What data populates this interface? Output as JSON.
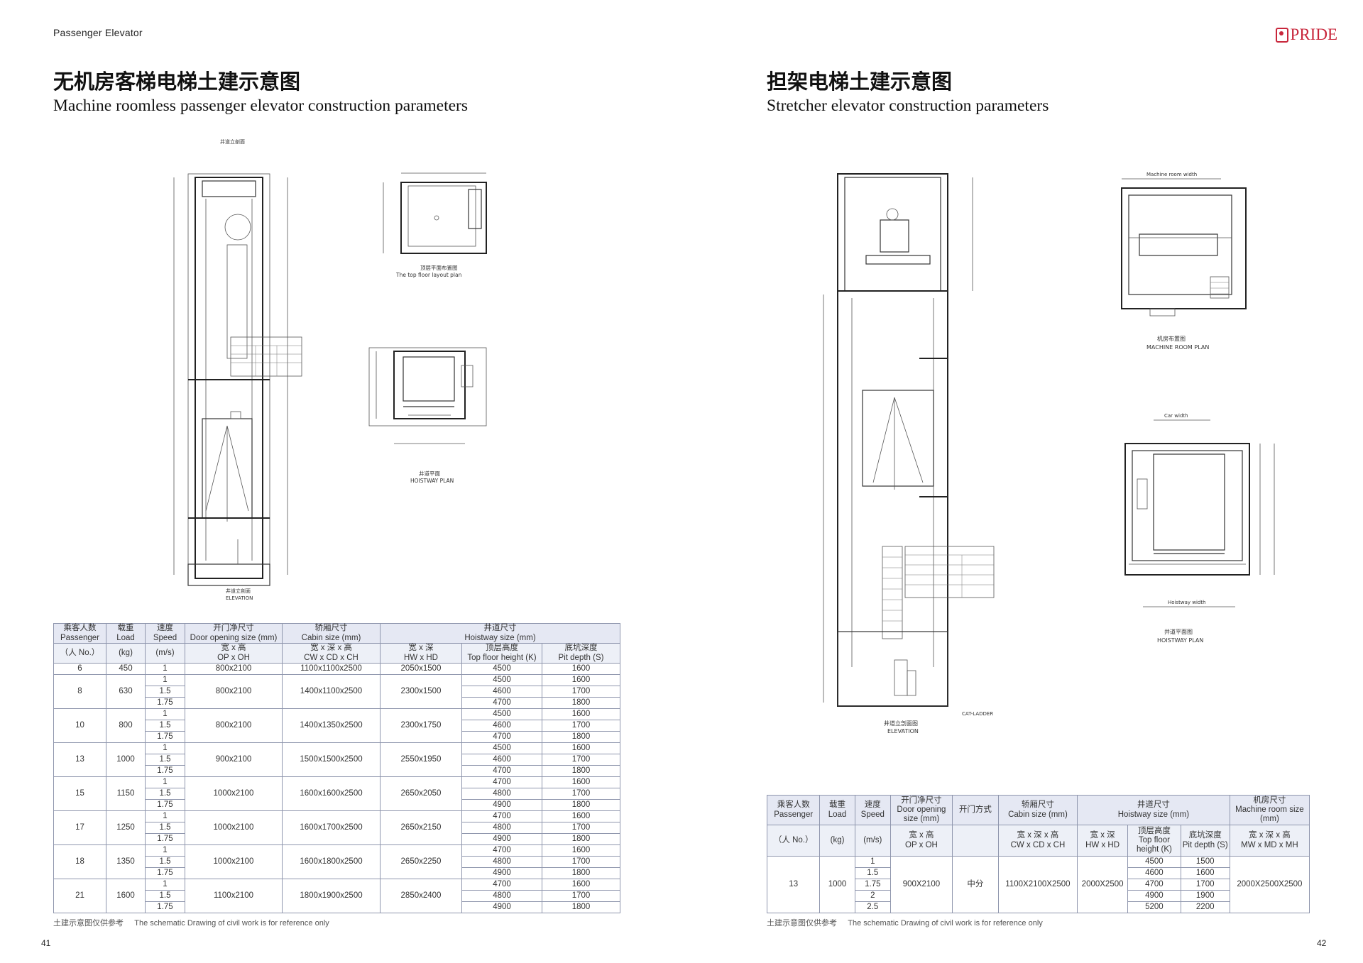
{
  "header": {
    "section_label": "Passenger Elevator",
    "brand": "PRIDE"
  },
  "left": {
    "title_cn": "无机房客梯电梯土建示意图",
    "title_en": "Machine roomless passenger elevator construction parameters",
    "diagrams": {
      "elevation_label_cn": "井道立剖面",
      "elevation_label_en": "ELEVATION",
      "top_floor_label_cn": "顶层平面布置图",
      "top_floor_label_en": "The top floor layout plan",
      "hoistway_label_cn": "井道平面",
      "hoistway_label_en": "HOISTWAY PLAN"
    },
    "table": {
      "headers": {
        "passenger_cn": "乘客人数",
        "passenger_en": "Passenger",
        "load_cn": "载重",
        "load_en": "Load",
        "speed_cn": "速度",
        "speed_en": "Speed",
        "door_cn": "开门净尺寸",
        "door_en": "Door opening size (mm)",
        "cabin_cn": "轿厢尺寸",
        "cabin_en": "Cabin size (mm)",
        "hoistway_cn": "井道尺寸",
        "hoistway_en": "Hoistway size (mm)",
        "people_unit": "（人 No.）",
        "load_unit": "(kg)",
        "speed_unit": "(m/s)",
        "door_sub_cn": "宽 x 高",
        "door_sub_en": "OP x OH",
        "cabin_sub_cn": "宽 x 深 x 高",
        "cabin_sub_en": "CW x CD x CH",
        "hw_sub_cn": "宽 x 深",
        "hw_sub_en": "HW x HD",
        "top_cn": "顶层高度",
        "top_en": "Top floor height (K)",
        "pit_cn": "底坑深度",
        "pit_en": "Pit depth (S)"
      },
      "groups": [
        {
          "passenger": "6",
          "load": "450",
          "door": "800x2100",
          "cabin": "1100x1100x2500",
          "hoistway": "2050x1500",
          "rows": [
            {
              "speed": "1",
              "top": "4500",
              "pit": "1600"
            }
          ]
        },
        {
          "passenger": "8",
          "load": "630",
          "door": "800x2100",
          "cabin": "1400x1100x2500",
          "hoistway": "2300x1500",
          "rows": [
            {
              "speed": "1",
              "top": "4500",
              "pit": "1600"
            },
            {
              "speed": "1.5",
              "top": "4600",
              "pit": "1700"
            },
            {
              "speed": "1.75",
              "top": "4700",
              "pit": "1800"
            }
          ]
        },
        {
          "passenger": "10",
          "load": "800",
          "door": "800x2100",
          "cabin": "1400x1350x2500",
          "hoistway": "2300x1750",
          "rows": [
            {
              "speed": "1",
              "top": "4500",
              "pit": "1600"
            },
            {
              "speed": "1.5",
              "top": "4600",
              "pit": "1700"
            },
            {
              "speed": "1.75",
              "top": "4700",
              "pit": "1800"
            }
          ]
        },
        {
          "passenger": "13",
          "load": "1000",
          "door": "900x2100",
          "cabin": "1500x1500x2500",
          "hoistway": "2550x1950",
          "rows": [
            {
              "speed": "1",
              "top": "4500",
              "pit": "1600"
            },
            {
              "speed": "1.5",
              "top": "4600",
              "pit": "1700"
            },
            {
              "speed": "1.75",
              "top": "4700",
              "pit": "1800"
            }
          ]
        },
        {
          "passenger": "15",
          "load": "1150",
          "door": "1000x2100",
          "cabin": "1600x1600x2500",
          "hoistway": "2650x2050",
          "rows": [
            {
              "speed": "1",
              "top": "4700",
              "pit": "1600"
            },
            {
              "speed": "1.5",
              "top": "4800",
              "pit": "1700"
            },
            {
              "speed": "1.75",
              "top": "4900",
              "pit": "1800"
            }
          ]
        },
        {
          "passenger": "17",
          "load": "1250",
          "door": "1000x2100",
          "cabin": "1600x1700x2500",
          "hoistway": "2650x2150",
          "rows": [
            {
              "speed": "1",
              "top": "4700",
              "pit": "1600"
            },
            {
              "speed": "1.5",
              "top": "4800",
              "pit": "1700"
            },
            {
              "speed": "1.75",
              "top": "4900",
              "pit": "1800"
            }
          ]
        },
        {
          "passenger": "18",
          "load": "1350",
          "door": "1000x2100",
          "cabin": "1600x1800x2500",
          "hoistway": "2650x2250",
          "rows": [
            {
              "speed": "1",
              "top": "4700",
              "pit": "1600"
            },
            {
              "speed": "1.5",
              "top": "4800",
              "pit": "1700"
            },
            {
              "speed": "1.75",
              "top": "4900",
              "pit": "1800"
            }
          ]
        },
        {
          "passenger": "21",
          "load": "1600",
          "door": "1100x2100",
          "cabin": "1800x1900x2500",
          "hoistway": "2850x2400",
          "rows": [
            {
              "speed": "1",
              "top": "4700",
              "pit": "1600"
            },
            {
              "speed": "1.5",
              "top": "4800",
              "pit": "1700"
            },
            {
              "speed": "1.75",
              "top": "4900",
              "pit": "1800"
            }
          ]
        }
      ]
    },
    "note_cn": "土建示意图仅供参考",
    "note_en": "The schematic Drawing of civil work is for reference only",
    "page_number": "41"
  },
  "right": {
    "title_cn": "担架电梯土建示意图",
    "title_en": "Stretcher elevator construction parameters",
    "diagrams": {
      "elevation_label_cn": "井道立剖面图",
      "elevation_label_en": "ELEVATION",
      "machine_room_label_cn": "机房布置图",
      "machine_room_label_en": "MACHINE ROOM PLAN",
      "hoistway_label_cn": "井道平面图",
      "hoistway_label_en": "HOISTWAY PLAN",
      "cat_ladder": "CAT-LADDER",
      "machine_room_width": "Machine room width",
      "car_width": "Car width",
      "hoistway_width": "Hoistway width"
    },
    "table": {
      "headers": {
        "passenger_cn": "乘客人数",
        "passenger_en": "Passenger",
        "load_cn": "载重",
        "load_en": "Load",
        "speed_cn": "速度",
        "speed_en": "Speed",
        "door_cn": "开门净尺寸",
        "door_en": "Door opening size (mm)",
        "opening_cn": "开门方式",
        "cabin_cn": "轿厢尺寸",
        "cabin_en": "Cabin size (mm)",
        "hoistway_cn": "井道尺寸",
        "hoistway_en": "Hoistway size (mm)",
        "machine_cn": "机房尺寸",
        "machine_en": "Machine room size (mm)",
        "people_unit": "（人 No.）",
        "load_unit": "(kg)",
        "speed_unit": "(m/s)",
        "door_sub_cn": "宽 x 高",
        "door_sub_en": "OP x OH",
        "cabin_sub_cn": "宽 x 深 x 高",
        "cabin_sub_en": "CW x CD x CH",
        "hw_sub_cn": "宽 x 深",
        "hw_sub_en": "HW x HD",
        "top_cn": "顶层高度",
        "top_en": "Top floor height (K)",
        "pit_cn": "底坑深度",
        "pit_en": "Pit depth (S)",
        "mr_sub_cn": "宽 x 深 x 高",
        "mr_sub_en": "MW x MD x MH"
      },
      "group": {
        "passenger": "13",
        "load": "1000",
        "door": "900X2100",
        "opening": "中分",
        "cabin": "1100X2100X2500",
        "hoistway": "2000X2500",
        "machine": "2000X2500X2500",
        "rows": [
          {
            "speed": "1",
            "top": "4500",
            "pit": "1500"
          },
          {
            "speed": "1.5",
            "top": "4600",
            "pit": "1600"
          },
          {
            "speed": "1.75",
            "top": "4700",
            "pit": "1700"
          },
          {
            "speed": "2",
            "top": "4900",
            "pit": "1900"
          },
          {
            "speed": "2.5",
            "top": "5200",
            "pit": "2200"
          }
        ]
      }
    },
    "note_cn": "土建示意图仅供参考",
    "note_en": "The schematic Drawing of civil work is for reference only",
    "page_number": "42"
  }
}
